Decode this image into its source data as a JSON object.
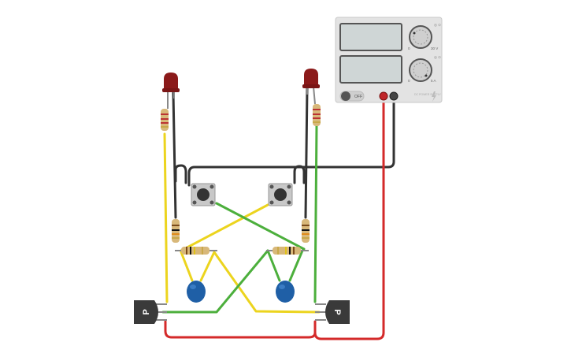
{
  "power_supply": {
    "off_label": "OFF",
    "voltage_knob": {
      "label": "30 V",
      "min_label": "0",
      "icon": "voltage-knob-icon"
    },
    "current_knob": {
      "label": "5 A",
      "min_label": "0",
      "icon": "current-knob-icon"
    },
    "voltage_icon_label": "◎ ⊙",
    "current_icon_label": "◎ ⊙",
    "brand_text": "DC POWER SUPPLY",
    "lightning_icon": "lightning-icon"
  },
  "transistors": {
    "left": {
      "label": "P"
    },
    "right": {
      "label": "P"
    }
  },
  "colors": {
    "wire_black": "#333333",
    "wire_red": "#d42a2a",
    "wire_yellow": "#ecd41e",
    "wire_green": "#4caf3c",
    "led_red": "#8b1a1a",
    "capacitor_blue": "#1f5fa6",
    "resistor_body": "#d8b87a",
    "transistor_body": "#3a3a3a",
    "psu_body": "#e3e3e3",
    "psu_screen": "#cfd6d6"
  }
}
